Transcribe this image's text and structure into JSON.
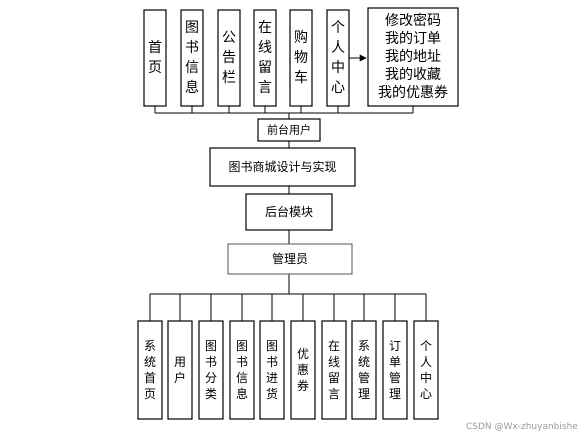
{
  "top_modules": [
    {
      "id": "home",
      "label": "首页"
    },
    {
      "id": "book-info",
      "label": "图书信息"
    },
    {
      "id": "bulletin",
      "label": "公告栏"
    },
    {
      "id": "online-message",
      "label": "在线留言"
    },
    {
      "id": "cart",
      "label": "购物车"
    },
    {
      "id": "personal-center",
      "label": "个人中心"
    }
  ],
  "personal_center_sub": [
    "修改密码",
    "我的订单",
    "我的地址",
    "我的收藏",
    "我的优惠券"
  ],
  "front_user": "前台用户",
  "system_title": "图书商城设计与实现",
  "backend": "后台模块",
  "admin": "管理员",
  "bottom_modules": [
    {
      "id": "system-home",
      "label": "系统首页"
    },
    {
      "id": "user",
      "label": "用户"
    },
    {
      "id": "book-category",
      "label": "图书分类"
    },
    {
      "id": "book-info-admin",
      "label": "图书信息"
    },
    {
      "id": "book-purchase",
      "label": "图书进货"
    },
    {
      "id": "coupon",
      "label": "优惠券"
    },
    {
      "id": "online-message-admin",
      "label": "在线留言"
    },
    {
      "id": "system-management",
      "label": "系统管理"
    },
    {
      "id": "order-management",
      "label": "订单管理"
    },
    {
      "id": "personal-center-admin",
      "label": "个人中心"
    }
  ],
  "watermark": "CSDN @Wx-zhuyanbishe"
}
